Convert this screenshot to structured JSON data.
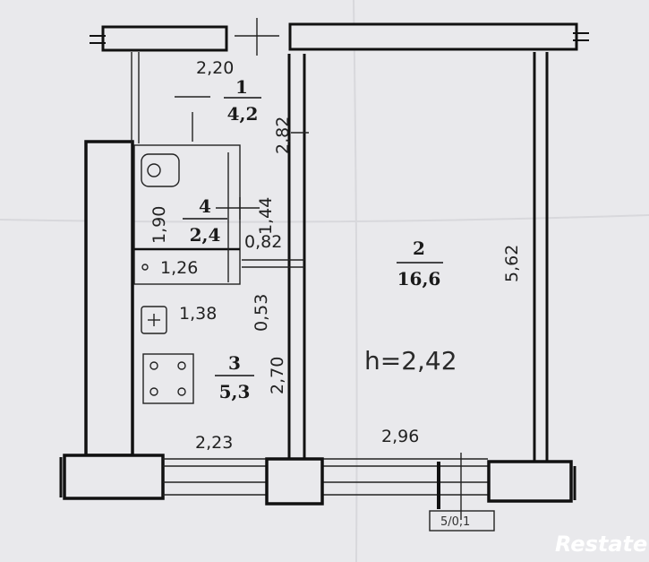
{
  "watermark": "Restate",
  "stamp_text": "5/0,1",
  "ceiling_height": "h=2,42",
  "rooms": [
    {
      "number": "1",
      "area": "4,2"
    },
    {
      "number": "2",
      "area": "16,6"
    },
    {
      "number": "3",
      "area": "5,3"
    },
    {
      "number": "4",
      "area": "2,4"
    }
  ],
  "dimensions": {
    "d_2_20": "2,20",
    "d_2_82": "2,82",
    "d_1_90": "1,90",
    "d_1_44": "1,44",
    "d_0_82": "0,82",
    "d_1_26": "1,26",
    "d_0_53": "0,53",
    "d_1_38": "1,38",
    "d_2_70": "2,70",
    "d_2_23": "2,23",
    "d_2_96": "2,96",
    "d_5_62": "5,62"
  }
}
